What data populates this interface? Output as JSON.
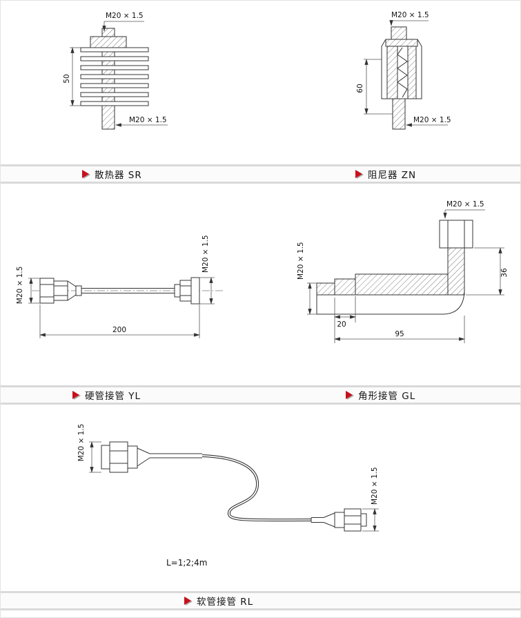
{
  "colors": {
    "accent_red": "#c8101c",
    "line": "#333333",
    "band_gray": "#d9d9d9"
  },
  "sections": {
    "sr": {
      "label": "散热器 SR",
      "dim_thread_top": "M20 × 1.5",
      "dim_thread_bottom": "M20 × 1.5",
      "dim_height": "50"
    },
    "zn": {
      "label": "阻尼器 ZN",
      "dim_thread_top": "M20 × 1.5",
      "dim_thread_bottom": "M20 × 1.5",
      "dim_height": "60"
    },
    "yl": {
      "label": "硬管接管 YL",
      "dim_thread_left": "M20 × 1.5",
      "dim_thread_right": "M20 × 1.5",
      "dim_length": "200"
    },
    "gl": {
      "label": "角形接管 GL",
      "dim_thread_top": "M20 × 1.5",
      "dim_thread_left": "M20 × 1.5",
      "dim_height": "36",
      "dim_offset": "20",
      "dim_length": "95"
    },
    "rl": {
      "label": "软管接管 RL",
      "dim_thread_left": "M20 × 1.5",
      "dim_thread_right": "M20 × 1.5",
      "length_note": "L=1;2;4m"
    }
  }
}
